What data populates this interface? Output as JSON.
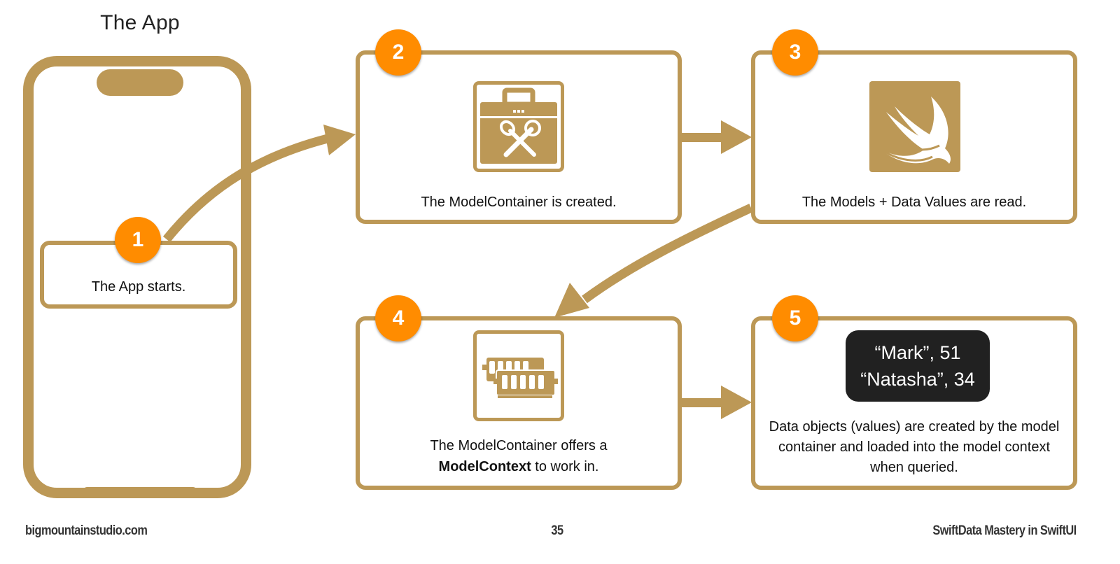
{
  "app_title": "The App",
  "steps": [
    {
      "number": "1",
      "text": "The App starts."
    },
    {
      "number": "2",
      "text": "The ModelContainer is created."
    },
    {
      "number": "3",
      "text": "The Models + Data Values are read."
    },
    {
      "number": "4",
      "text_line1": "The ModelContainer offers a",
      "text_bold": "ModelContext",
      "text_rest": " to work in."
    },
    {
      "number": "5",
      "text": "Data objects (values) are created by the model container and loaded into the model context when queried."
    }
  ],
  "data_card": {
    "line1": "“Mark”, 51",
    "line2": "“Natasha”, 34"
  },
  "footer": {
    "left": "bigmountainstudio.com",
    "center": "35",
    "right": "SwiftData Mastery in SwiftUI"
  },
  "icons": [
    "toolbox-icon",
    "swift-logo-icon",
    "memory-chips-icon"
  ],
  "colors": {
    "accent": "#bc9856",
    "badge": "#ff8c00",
    "card": "#212121"
  }
}
